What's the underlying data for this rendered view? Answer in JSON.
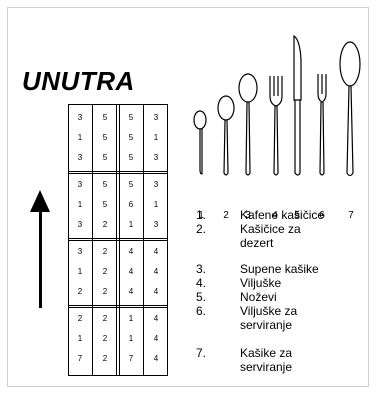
{
  "title": "UNUTRA",
  "basket": {
    "rows": [
      [
        "3",
        "5",
        "5",
        "3"
      ],
      [
        "1",
        "5",
        "5",
        "1"
      ],
      [
        "3",
        "5",
        "5",
        "3"
      ],
      [
        "3",
        "5",
        "5",
        "3"
      ],
      [
        "1",
        "5",
        "6",
        "1"
      ],
      [
        "3",
        "2",
        "1",
        "3"
      ],
      [
        "3",
        "2",
        "4",
        "4"
      ],
      [
        "1",
        "2",
        "4",
        "4"
      ],
      [
        "2",
        "2",
        "4",
        "4"
      ],
      [
        "2",
        "2",
        "1",
        "4"
      ],
      [
        "1",
        "2",
        "1",
        "4"
      ],
      [
        "7",
        "2",
        "7",
        "4"
      ]
    ]
  },
  "arrow_icon": "up-arrow-icon",
  "utensils": {
    "numbers": [
      "1",
      "2",
      "3",
      "4",
      "5",
      "6",
      "7"
    ],
    "icons": [
      "coffee-spoon-icon",
      "dessert-spoon-icon",
      "soup-spoon-icon",
      "fork-icon",
      "knife-icon",
      "serving-fork-icon",
      "serving-spoon-icon"
    ]
  },
  "legend": [
    {
      "num": "1.",
      "text": "Kafene kašičice"
    },
    {
      "num": "2.",
      "text": "Kašičice za dezert"
    },
    {
      "num": "3.",
      "text": "Supene kašike"
    },
    {
      "num": "4.",
      "text": "Viljuške"
    },
    {
      "num": "5.",
      "text": "Noževi"
    },
    {
      "num": "6.",
      "text": "Viljuške za serviranje"
    },
    {
      "num": "7.",
      "text": "Kašike za serviranje"
    }
  ]
}
